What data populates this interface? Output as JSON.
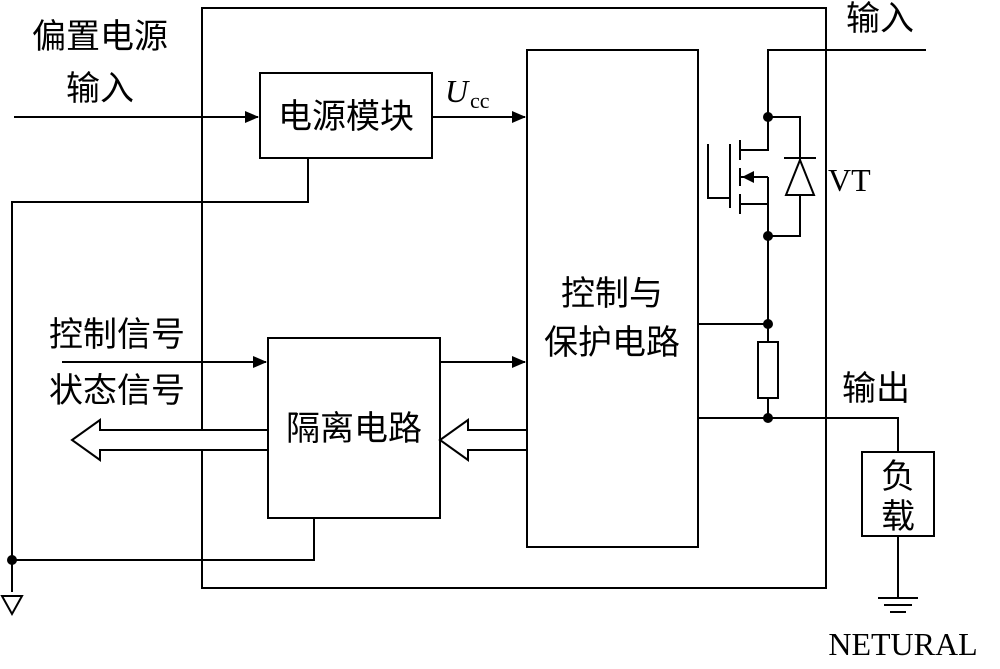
{
  "labels": {
    "bias_power_input_line1": "偏置电源",
    "bias_power_input_line2": "输入",
    "power_module": "电源模块",
    "ucc_main": "U",
    "ucc_sub": "cc",
    "control_signal": "控制信号",
    "status_signal": "状态信号",
    "isolation_circuit": "隔离电路",
    "control_protection_line1": "控制与",
    "control_protection_line2": "保护电路",
    "input": "输入",
    "output": "输出",
    "vt": "VT",
    "load_line1": "负",
    "load_line2": "载",
    "neutral": "NETURAL"
  }
}
